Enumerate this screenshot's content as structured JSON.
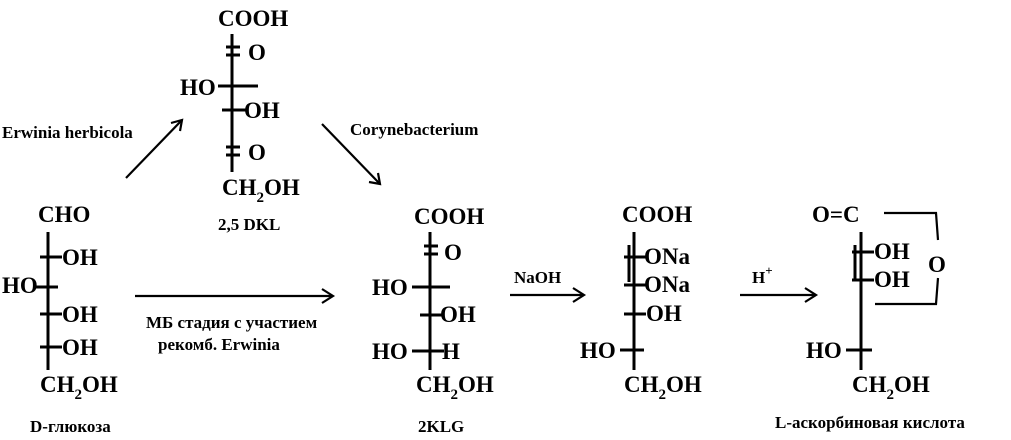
{
  "labels": {
    "glucose": "D-глюкоза",
    "dkl": "2,5 DKL",
    "klg": "2KLG",
    "ascorbic": "L-аскорбиновая кислота",
    "erwinia": "Erwinia herbicola",
    "coryne": "Corynebacterium",
    "mb_line1": "МБ стадия с участием",
    "mb_line2": "рекомб. Erwinia",
    "naoh": "NaOH",
    "h_plus": "H",
    "h_plus_sup": "+"
  },
  "glucose": {
    "top": "CHO",
    "r1": "OH",
    "l2": "HO",
    "r3": "OH",
    "r4": "OH",
    "bottom_a": "CH",
    "bottom_sub": "2",
    "bottom_b": "OH"
  },
  "dkl": {
    "top": "COOH",
    "o1": "O",
    "l2": "HO",
    "r3": "OH",
    "o4": "O",
    "bottom_a": "CH",
    "bottom_sub": "2",
    "bottom_b": "OH"
  },
  "klg": {
    "top": "COOH",
    "o1": "O",
    "l2": "HO",
    "r3": "OH",
    "l4": "HO",
    "r4": "H",
    "bottom_a": "CH",
    "bottom_sub": "2",
    "bottom_b": "OH"
  },
  "sodium": {
    "top": "COOH",
    "r1": "ONa",
    "r2": "ONa",
    "r3": "OH",
    "l4": "HO",
    "bottom_a": "CH",
    "bottom_sub": "2",
    "bottom_b": "OH"
  },
  "ascorbic_struct": {
    "top_o": "O",
    "top_eq": "=",
    "top_c": "C",
    "r1": "OH",
    "r2": "OH",
    "ring_o": "O",
    "l4": "HO",
    "bottom_a": "CH",
    "bottom_sub": "2",
    "bottom_b": "OH"
  }
}
